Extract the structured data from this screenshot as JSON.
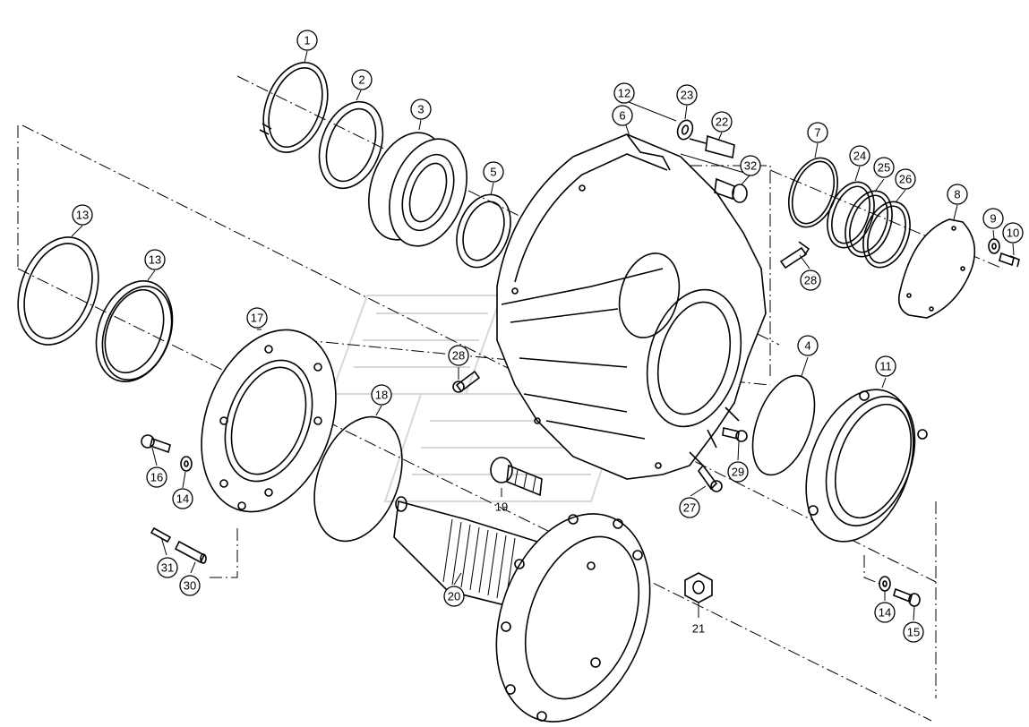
{
  "callouts": [
    {
      "id": "c1",
      "label": "1"
    },
    {
      "id": "c2",
      "label": "2"
    },
    {
      "id": "c3",
      "label": "3"
    },
    {
      "id": "c5",
      "label": "5"
    },
    {
      "id": "c12",
      "label": "12"
    },
    {
      "id": "c6",
      "label": "6"
    },
    {
      "id": "c23",
      "label": "23"
    },
    {
      "id": "c22",
      "label": "22"
    },
    {
      "id": "c32",
      "label": "32"
    },
    {
      "id": "c7",
      "label": "7"
    },
    {
      "id": "c24",
      "label": "24"
    },
    {
      "id": "c25",
      "label": "25"
    },
    {
      "id": "c26",
      "label": "26"
    },
    {
      "id": "c8",
      "label": "8"
    },
    {
      "id": "c9",
      "label": "9"
    },
    {
      "id": "c10",
      "label": "10"
    },
    {
      "id": "c28a",
      "label": "28"
    },
    {
      "id": "c13a",
      "label": "13"
    },
    {
      "id": "c13b",
      "label": "13"
    },
    {
      "id": "c17",
      "label": "17"
    },
    {
      "id": "c28b",
      "label": "28"
    },
    {
      "id": "c18",
      "label": "18"
    },
    {
      "id": "c4",
      "label": "4"
    },
    {
      "id": "c11",
      "label": "11"
    },
    {
      "id": "c16",
      "label": "16"
    },
    {
      "id": "c14a",
      "label": "14"
    },
    {
      "id": "c29",
      "label": "29"
    },
    {
      "id": "c27",
      "label": "27"
    },
    {
      "id": "c31",
      "label": "31"
    },
    {
      "id": "c30",
      "label": "30"
    },
    {
      "id": "c20",
      "label": "20"
    },
    {
      "id": "c14b",
      "label": "14"
    },
    {
      "id": "c15",
      "label": "15"
    }
  ],
  "plain_labels": [
    {
      "id": "t19",
      "label": "19"
    },
    {
      "id": "t21",
      "label": "21"
    }
  ]
}
